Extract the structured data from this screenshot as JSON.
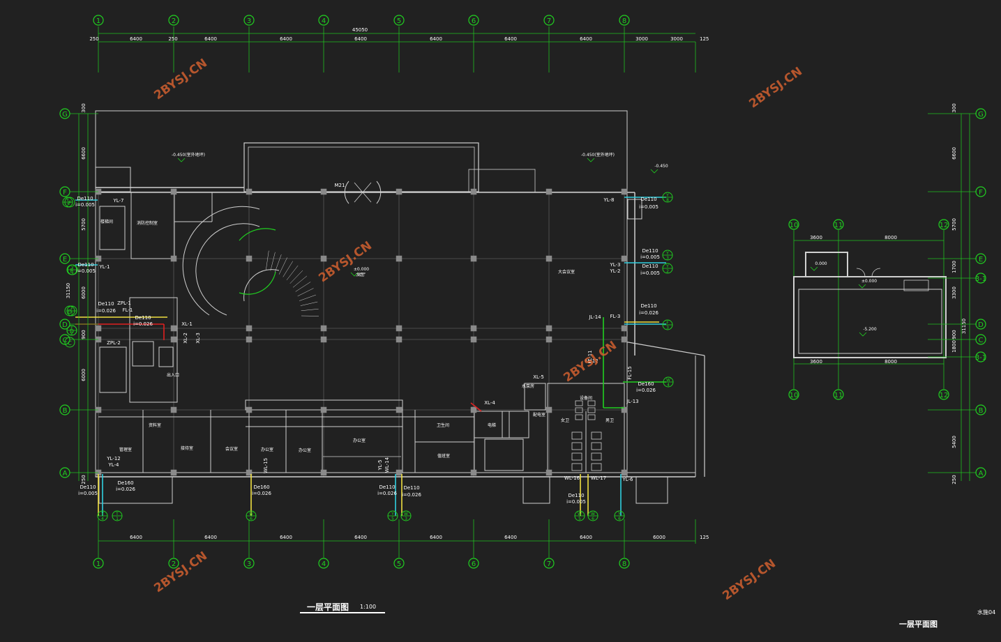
{
  "drawing": {
    "main_title": "一层平面图",
    "main_scale": "1:100",
    "right_title": "一层平面图",
    "sheet_id": "水施04",
    "watermark": "2BYSJ.CN",
    "total_dimension": "45050",
    "axis_top": [
      "1",
      "2",
      "3",
      "4",
      "5",
      "6",
      "7",
      "8"
    ],
    "axis_bottom": [
      "1",
      "2",
      "3",
      "4",
      "5",
      "6",
      "7",
      "8"
    ],
    "axis_left": [
      "G",
      "F",
      "E",
      "D",
      "C",
      "B",
      "A"
    ],
    "axis_left_extra": [
      "1/F",
      "1/E",
      "1/D",
      "1/D",
      "1/C"
    ],
    "axis_right_plan_top": [
      "10",
      "11",
      "12"
    ],
    "axis_right_plan_bottom": [
      "10",
      "11",
      "12"
    ],
    "axis_right_plan_side": [
      "G",
      "F",
      "E",
      "3-1",
      "D",
      "C",
      "3-1",
      "B",
      "A"
    ],
    "dims_top": [
      "250",
      "6400",
      "250",
      "6400",
      "6400",
      "6400",
      "6400",
      "6400",
      "6400",
      "3000",
      "3000",
      "125"
    ],
    "dims_bottom": [
      "6400",
      "6400",
      "6400",
      "6400",
      "6400",
      "6400",
      "6400",
      "6000",
      "125"
    ],
    "dims_left": [
      "300",
      "6600",
      "5700",
      "31150",
      "6000",
      "900",
      "6000",
      "250"
    ],
    "dims_right": [
      "300",
      "6600",
      "5700",
      "1700",
      "3300",
      "31150",
      "900",
      "1800",
      "5400",
      "250"
    ],
    "dims_right_plan": [
      "3600",
      "8000",
      "3600",
      "8000"
    ],
    "levels": [
      "-0.450(室外地坪)",
      "-0.450(室外地坪)",
      "-0.450",
      "±0.000",
      "大厅",
      "±0.000",
      "0.000",
      "-5.200"
    ],
    "pipe_labels": [
      "YL-7",
      "YL-1",
      "ZPL-1",
      "FL-1",
      "ZPL-2",
      "XL-1",
      "XL-2",
      "XL-3",
      "YL-8",
      "YL-3",
      "YL-2",
      "FL-3",
      "JL-14",
      "JL-13",
      "FL-11",
      "FL-12",
      "FL-15",
      "XL-5",
      "XL-4",
      "YL-12",
      "YL-4",
      "WL-15",
      "WL-14",
      "YL-5",
      "WL-16",
      "WL-17",
      "YL-6"
    ],
    "pipe_specs": [
      "De110",
      "i=0.005",
      "De110",
      "i=0.005",
      "De110",
      "i=0.026",
      "De110",
      "i=0.026",
      "De110",
      "i=0.005",
      "De110",
      "i=0.005",
      "De110",
      "i=0.005",
      "De110",
      "i=0.026",
      "De160",
      "i=0.026",
      "De160",
      "i=0.026",
      "De110",
      "i=0.005",
      "De160",
      "i=0.026",
      "De110",
      "i=0.026",
      "De110",
      "i=0.026",
      "De110",
      "i=0.005"
    ],
    "outlet_tags": [
      {
        "t": "Y",
        "n": "7"
      },
      {
        "t": "Y",
        "n": "8"
      },
      {
        "t": "Y",
        "n": "1"
      },
      {
        "t": "Y",
        "n": "3"
      },
      {
        "t": "Y",
        "n": "2"
      },
      {
        "t": "F",
        "n": "1"
      },
      {
        "t": "F",
        "n": "2"
      },
      {
        "t": "F",
        "n": "3"
      },
      {
        "t": "W",
        "n": "4"
      },
      {
        "t": "Y",
        "n": "4"
      },
      {
        "t": "T",
        "n": "1"
      },
      {
        "t": "W",
        "n": "6"
      },
      {
        "t": "Y",
        "n": "5"
      },
      {
        "t": "W",
        "n": "3"
      },
      {
        "t": "W",
        "n": "5"
      },
      {
        "t": "W",
        "n": "6"
      },
      {
        "t": "Y",
        "n": "6"
      }
    ],
    "room_labels": [
      "楼梯间",
      "消防控制室",
      "大会议室",
      "大厅",
      "办公室",
      "接待室",
      "会议室",
      "资料室",
      "办公室",
      "办公室",
      "卫生间",
      "女卫",
      "男卫",
      "值班室",
      "电梯",
      "配电室",
      "设备间",
      "水泵房",
      "管理室",
      "出入口"
    ],
    "door_label": "M21",
    "colors": {
      "background": "#212121",
      "wall": "#d0d0d0",
      "grid": "#5a5a5a",
      "column": "#8a8a8a",
      "axis": "#20d020",
      "dim": "#20c020",
      "text": "#ffffff",
      "pipe_yellow": "#f0e040",
      "pipe_cyan": "#30d0e0",
      "pipe_red": "#e02020",
      "pipe_green": "#20d020",
      "level": "#20d020",
      "watermark": "#d06030",
      "plan_right": "#d0d0d0"
    }
  }
}
